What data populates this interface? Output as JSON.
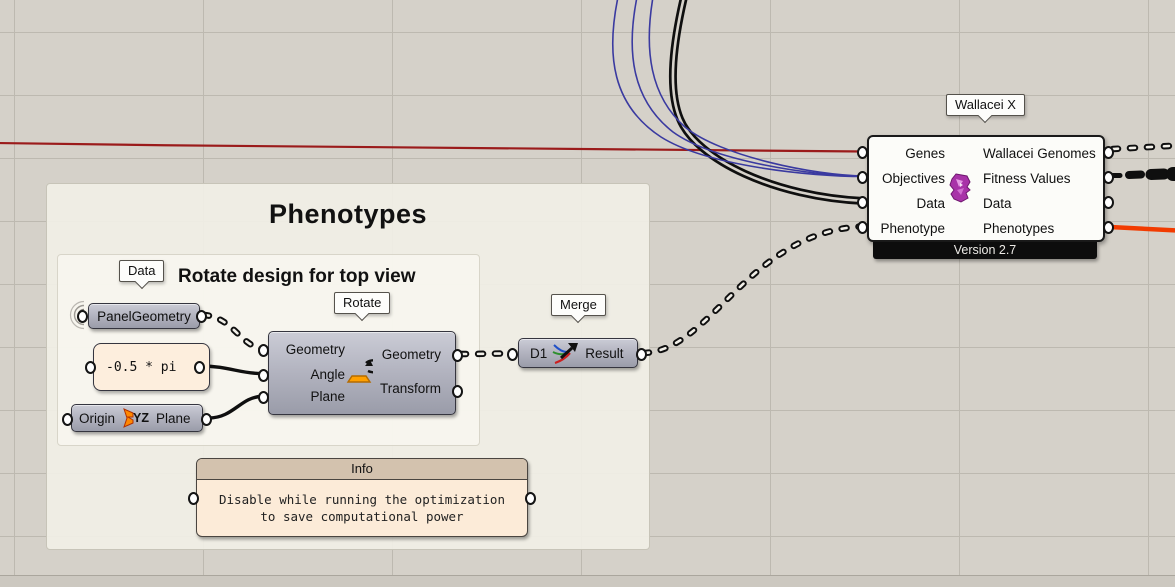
{
  "colors": {
    "canvas_bg": "#d5d1c9",
    "grid_line": "#bdb9b0",
    "wire_black": "#0f0f0f",
    "wire_core": "#d6d2ca",
    "wire_red": "#9b1b1b",
    "wire_blue": "#3a3aa0",
    "wire_orange": "#f23b00",
    "dash_core": "#f2f0e9",
    "arc_gray": "#7d7a74",
    "merge_red": "#cc2020",
    "merge_green": "#2e8f2e",
    "merge_blue": "#2050c8",
    "rotate_orange": "#ffa000",
    "yz_orange": "#ff8800",
    "wallacei_purple": "#a833a8",
    "wallacei_light": "#e39ae3"
  },
  "groups": {
    "phenotypes": {
      "title": "Phenotypes"
    },
    "rotate_view": {
      "title": "Rotate design for top view"
    }
  },
  "tags": {
    "data": "Data",
    "rotate": "Rotate",
    "merge": "Merge",
    "wallacei": "Wallacei X"
  },
  "components": {
    "panel_geometry": {
      "label": "PanelGeometry"
    },
    "expression_panel": {
      "value": "-0.5 * pi"
    },
    "plane": {
      "input": "Origin",
      "icon_label": "YZ",
      "output": "Plane"
    },
    "rotate": {
      "inputs": [
        "Geometry",
        "Angle",
        "Plane"
      ],
      "outputs": [
        "Geometry",
        "Transform"
      ]
    },
    "merge": {
      "input": "D1",
      "output": "Result"
    },
    "wallacei": {
      "inputs": [
        "Genes",
        "Objectives",
        "Data",
        "Phenotype"
      ],
      "outputs": [
        "Wallacei Genomes",
        "Fitness Values",
        "Data",
        "Phenotypes"
      ],
      "version": "Version 2.7"
    },
    "info": {
      "title": "Info",
      "line1": "Disable while running the optimization",
      "line2": "to save computational power"
    }
  }
}
